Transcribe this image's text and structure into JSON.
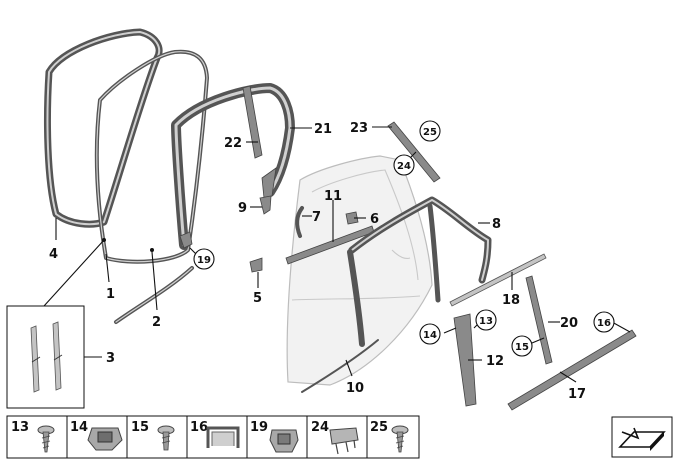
{
  "callouts": {
    "c1": "1",
    "c2": "2",
    "c3": "3",
    "c4": "4",
    "c5": "5",
    "c6": "6",
    "c7": "7",
    "c8": "8",
    "c9": "9",
    "c10": "10",
    "c11": "11",
    "c12": "12",
    "c13": "13",
    "c14": "14",
    "c15": "15",
    "c16": "16",
    "c17": "17",
    "c18": "18",
    "c19": "19",
    "c20": "20",
    "c21": "21",
    "c22": "22",
    "c23": "23",
    "c24": "24",
    "c25": "25"
  },
  "legend": {
    "items": [
      {
        "label": "13",
        "part": "screw"
      },
      {
        "label": "14",
        "part": "clip"
      },
      {
        "label": "15",
        "part": "screw"
      },
      {
        "label": "16",
        "part": "edge-clip"
      },
      {
        "label": "19",
        "part": "clip"
      },
      {
        "label": "24",
        "part": "bracket"
      },
      {
        "label": "25",
        "part": "screw"
      }
    ]
  },
  "nav": {
    "icon": "page-corner-arrow-icon"
  }
}
